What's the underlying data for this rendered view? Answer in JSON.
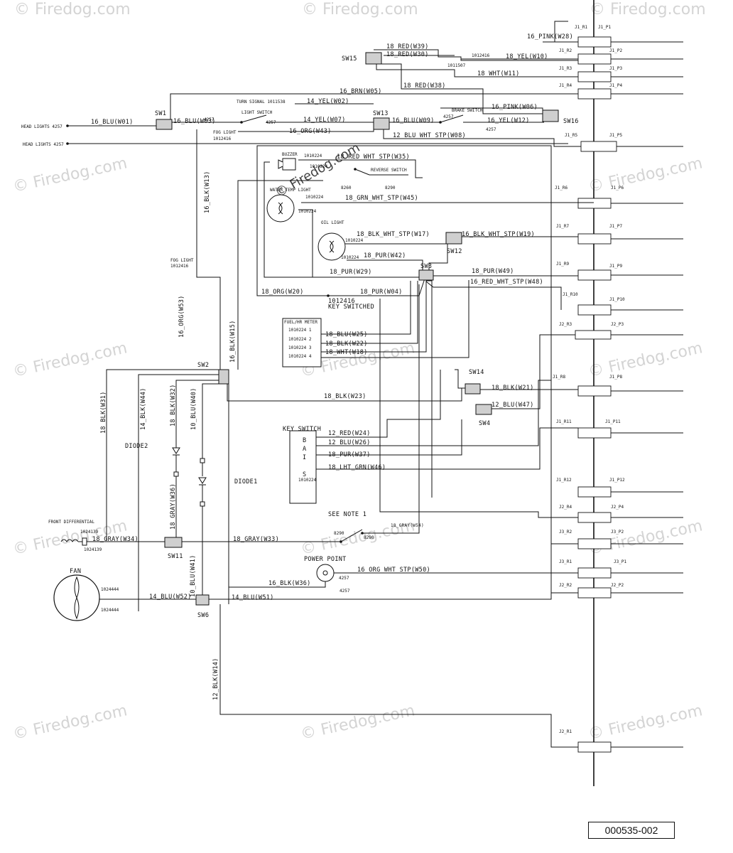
{
  "watermark": "© Firedog.com",
  "part_number": "000535-002",
  "wires": {
    "w28": "16_PINK(W28)",
    "w39": "18_RED(W39)",
    "w30": "18_RED(W30)",
    "w10": "18_YEL(W10)",
    "w11": "18_WHT(W11)",
    "w38": "18_RED(W38)",
    "w05": "16_BRN(W05)",
    "w02": "14_YEL(W02)",
    "w06": "16_PINK(W06)",
    "w01": "16_BLU(W01)",
    "w03": "16_BLU(W03)",
    "w07": "14_YEL(W07)",
    "w09": "16_BLU(W09)",
    "w12": "16_YEL(W12)",
    "w43": "16_ORG(W43)",
    "w08": "12_BLU_WHT_STP(W08)",
    "w13": "16_BLK(W13)",
    "w35": "18_RED_WHT_STP(W35)",
    "w45": "18_GRN_WHT_STP(W45)",
    "w17": "18_BLK_WHT_STP(W17)",
    "w19": "16_BLK_WHT_STP(W19)",
    "w42": "18_PUR(W42)",
    "w29": "18_PUR(W29)",
    "w49": "18_PUR(W49)",
    "w48": "16_RED_WHT_STP(W48)",
    "w20": "18_ORG(W20)",
    "w04": "18_PUR(W04)",
    "w53": "16_ORG(W53)",
    "w15": "16_BLK(W15)",
    "w25": "18_BLU(W25)",
    "w22": "18_BLK(W22)",
    "w18": "18_WHT(W18)",
    "w21": "18_BLK(W21)",
    "w23": "18_BLK(W23)",
    "w47": "12_BLU(W47)",
    "w31": "18_BLK(W31)",
    "w44": "14_BLK(W44)",
    "w32": "18_BLK(W32)",
    "w40": "10_BLU(W40)",
    "w24": "12_RED(W24)",
    "w26": "12_BLU(W26)",
    "w37": "18_PUR(W37)",
    "w46": "18_LHT_GRN(W46)",
    "w36": "18_GRAY(W36)",
    "w34": "18_GRAY(W34)",
    "w33": "18_GRAY(W33)",
    "w54": "18_GRAY(W54)",
    "w41": "10_BLU(W41)",
    "w50": "16_ORG_WHT_STP(W50)",
    "w36b": "16_BLK(W36)",
    "w52": "14_BLU(W52)",
    "w51": "14_BLU(W51)",
    "w14": "12_BLK(W14)"
  },
  "switches": {
    "sw1": "SW1",
    "sw2": "SW2",
    "sw3": "SW3",
    "sw4": "SW4",
    "sw6": "SW6",
    "sw11": "SW11",
    "sw12": "SW12",
    "sw13": "SW13",
    "sw14": "SW14",
    "sw15": "SW15",
    "sw16": "SW16"
  },
  "components": {
    "head_lights_1": "HEAD LIGHTS 4257",
    "head_lights_2": "HEAD LIGHTS 4257",
    "turn_signal": "TURN SIGNAL 1011538",
    "light_switch": "LIGHT SWITCH",
    "brake_switch": "BRAKE SWITCH",
    "fog_light_1": "FOG LIGHT",
    "fog_light_1_num": "1012416",
    "fog_light_2": "FOG LIGHT",
    "fog_light_2_num": "1012416",
    "buzzer": "BUZZER",
    "reverse_switch": "REVERSE SWITCH",
    "water_temp": "WATER TEMP LIGHT",
    "oil_light": "OIL LIGHT",
    "fuel_meter": "FUEL/HR METER",
    "key_switched": "KEY SWITCHED",
    "key_switched_num": "1012416",
    "key_switch": "KEY SWITCH",
    "key_letters": [
      "B",
      "A",
      "I",
      "S"
    ],
    "key_num": "1010224",
    "diode1": "DIODE1",
    "diode2": "DIODE2",
    "see_note": "SEE NOTE 1",
    "front_diff": "FRONT DIFFERENTIAL",
    "front_diff_a": "1024139",
    "front_diff_b": "1024139",
    "fan": "FAN",
    "fan_a": "1024444",
    "fan_b": "1024444",
    "power_point": "POWER POINT",
    "pp_a": "4257",
    "pp_b": "4257",
    "p4257a": "4257",
    "p4257b": "4257",
    "p4257c": "4257",
    "p4257d": "4257",
    "p1012416": "1012416",
    "p1011507": "1011507",
    "p1010224a": "1010224",
    "p1010224b": "1010224",
    "p1010224c": "1010224",
    "p1010224d": "1010224",
    "p1010224e": "1010224",
    "p1010224f": "1010224",
    "p8260": "8260",
    "p8290": "8290",
    "p8290b": "8290",
    "p8290c": "8290",
    "fm_pins": [
      "1010224 1",
      "1010224 2",
      "1010224 3",
      "1010224 4"
    ]
  },
  "connectors": {
    "left": [
      "J1_R1",
      "J1_R2",
      "J1_R3",
      "J1_R4",
      "J1_R5",
      "J1_R6",
      "J1_R7",
      "J1_R9",
      "J1_R10",
      "J2_R3",
      "J1_R8",
      "J1_R11",
      "J1_R12",
      "J2_R4",
      "J3_R2",
      "J3_R1",
      "J2_R2",
      "J2_R1"
    ],
    "right": [
      "J1_P1",
      "J1_P2",
      "J1_P3",
      "J1_P4",
      "J1_P5",
      "J1_P6",
      "J1_P7",
      "J1_P9",
      "J1_P10",
      "J2_P3",
      "J1_P8",
      "J1_P11",
      "J1_P12",
      "J2_P4",
      "J3_P2",
      "J3_P1",
      "J2_P2"
    ]
  }
}
